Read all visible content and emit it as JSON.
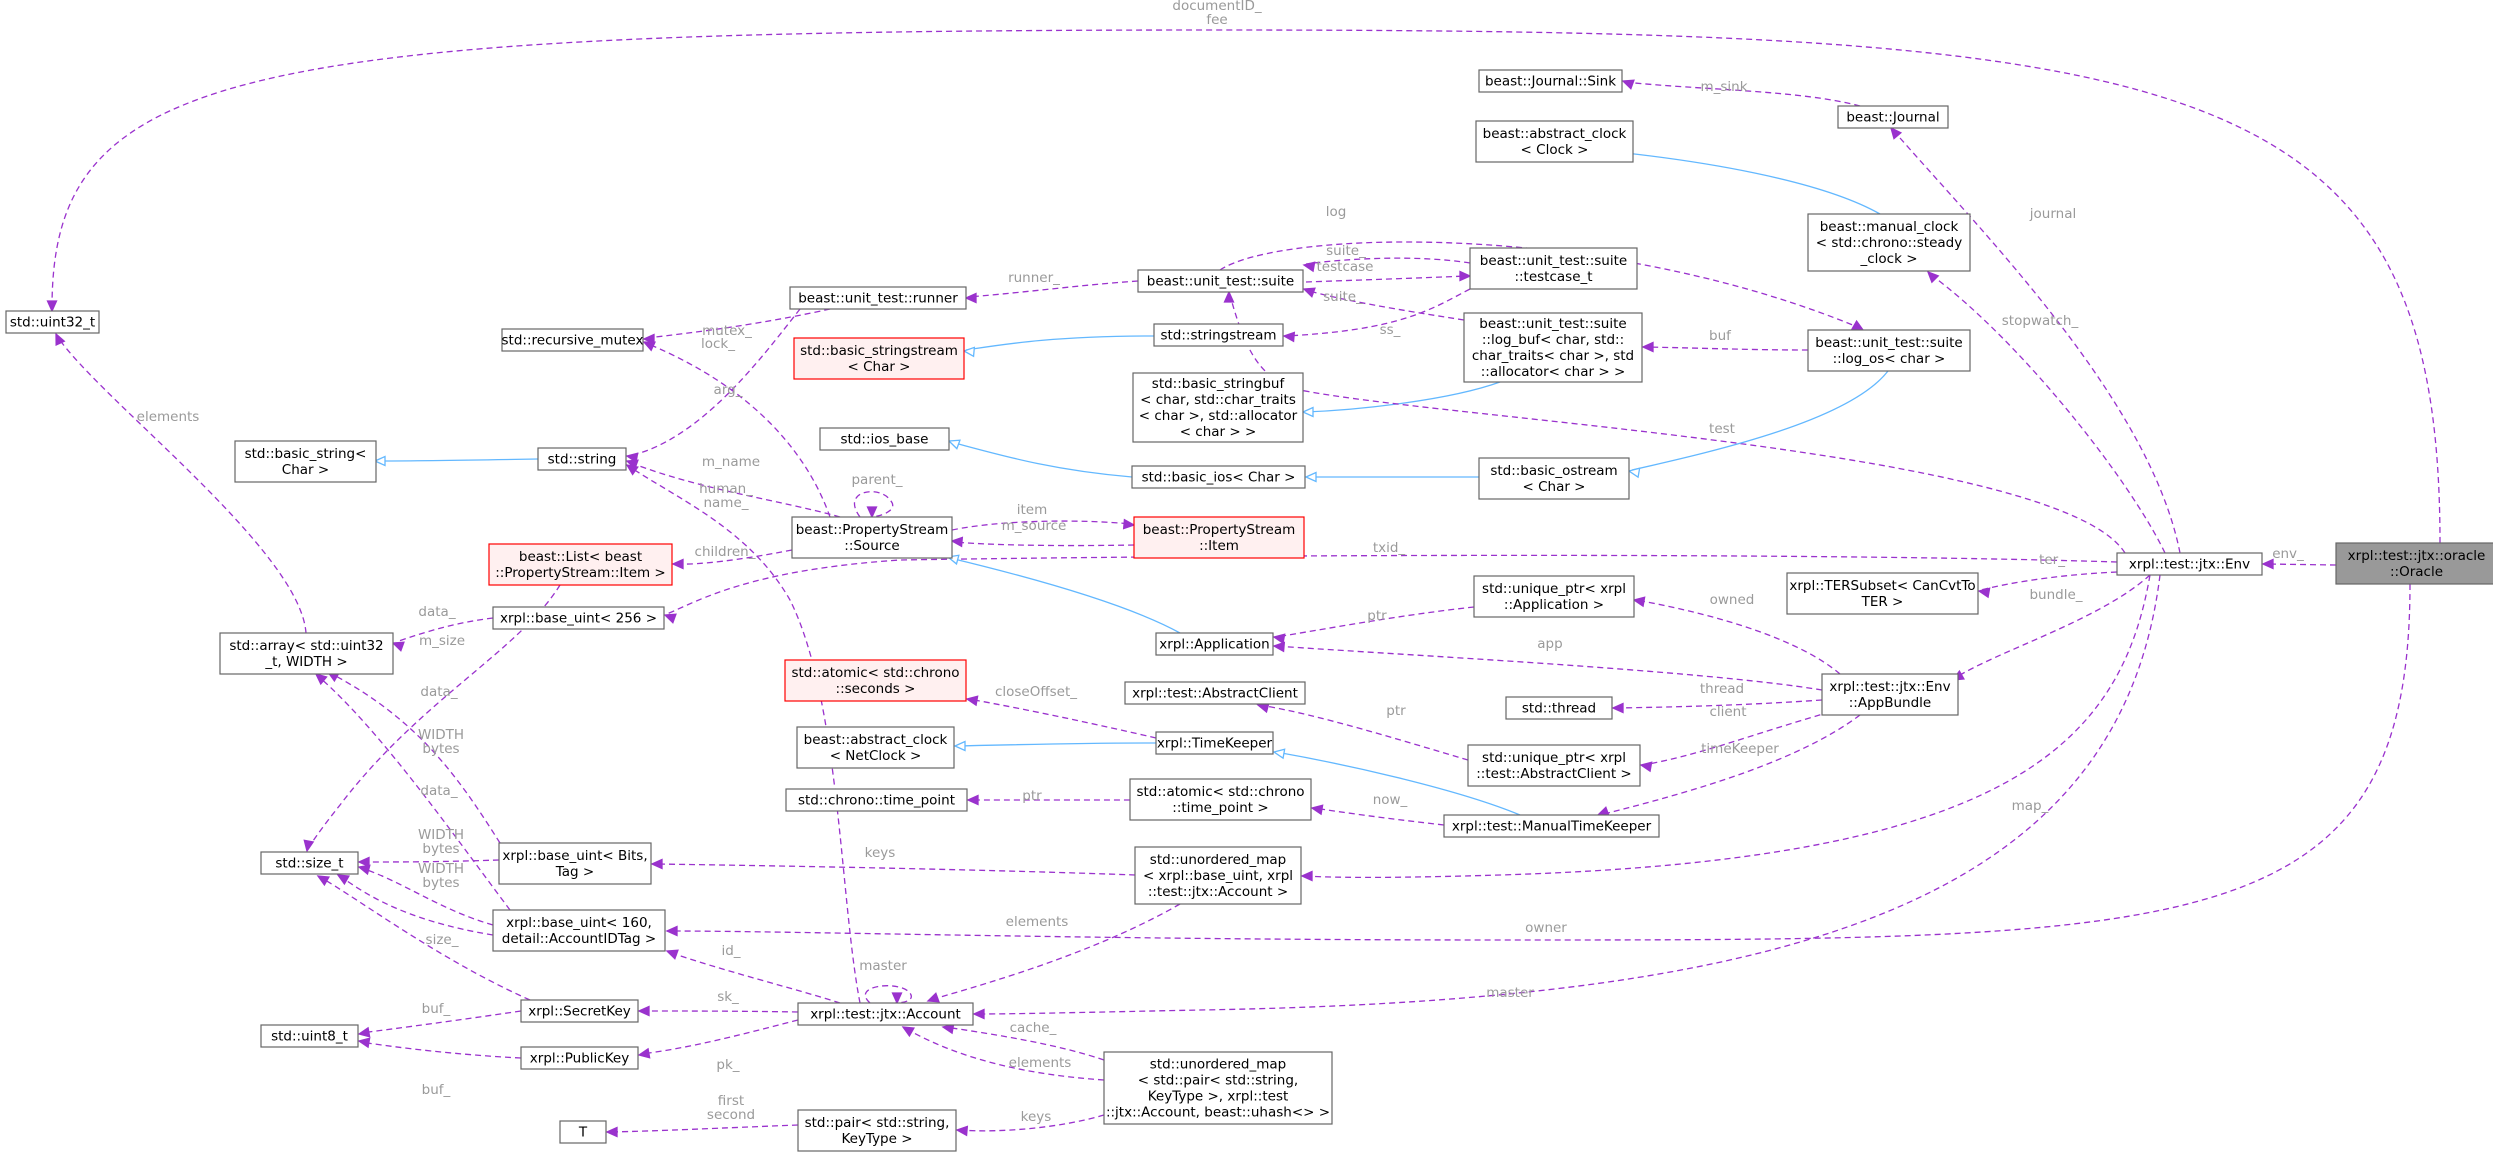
{
  "colors": {
    "usage_edge": "#9a32cd",
    "inherit_edge": "#63b8ff",
    "node_border": "#666666",
    "truncated_border": "#ff0000",
    "truncated_fill": "#fff0f0",
    "focus_fill": "#999999",
    "focus_border": "#666666",
    "label_text": "#9a9a9a"
  },
  "nodes": [
    {
      "id": "oracle",
      "lines": [
        "xrpl::test::jtx::oracle",
        "::Oracle"
      ],
      "style": "focus"
    },
    {
      "id": "env",
      "lines": [
        "xrpl::test::jtx::Env"
      ]
    },
    {
      "id": "uint32",
      "lines": [
        "std::uint32_t"
      ]
    },
    {
      "id": "journal",
      "lines": [
        "beast::Journal"
      ]
    },
    {
      "id": "sink",
      "lines": [
        "beast::Journal::Sink"
      ]
    },
    {
      "id": "absclock",
      "lines": [
        "beast::abstract_clock",
        "< Clock >"
      ]
    },
    {
      "id": "manclock",
      "lines": [
        "beast::manual_clock",
        "< std::chrono::steady",
        "_clock >"
      ]
    },
    {
      "id": "suite",
      "lines": [
        "beast::unit_test::suite"
      ]
    },
    {
      "id": "testcase",
      "lines": [
        "beast::unit_test::suite",
        "::testcase_t"
      ]
    },
    {
      "id": "runner",
      "lines": [
        "beast::unit_test::runner"
      ]
    },
    {
      "id": "recmutex",
      "lines": [
        "std::recursive_mutex"
      ]
    },
    {
      "id": "stringstream",
      "lines": [
        "std::stringstream"
      ]
    },
    {
      "id": "basicss",
      "lines": [
        "std::basic_stringstream",
        "< Char >"
      ],
      "style": "truncated"
    },
    {
      "id": "logbuf",
      "lines": [
        "beast::unit_test::suite",
        "::log_buf< char, std::",
        "char_traits< char >, std",
        "::allocator< char > >"
      ]
    },
    {
      "id": "logos",
      "lines": [
        "beast::unit_test::suite",
        "::log_os< char >"
      ]
    },
    {
      "id": "basicstringbuf",
      "lines": [
        "std::basic_stringbuf",
        "< char, std::char_traits",
        "< char >, std::allocator",
        "< char > >"
      ]
    },
    {
      "id": "iosbase",
      "lines": [
        "std::ios_base"
      ]
    },
    {
      "id": "basicios",
      "lines": [
        "std::basic_ios< Char >"
      ]
    },
    {
      "id": "basicostream",
      "lines": [
        "std::basic_ostream",
        "< Char >"
      ]
    },
    {
      "id": "basicstring",
      "lines": [
        "std::basic_string<",
        "Char >"
      ]
    },
    {
      "id": "string",
      "lines": [
        "std::string"
      ]
    },
    {
      "id": "pssource",
      "lines": [
        "beast::PropertyStream",
        "::Source"
      ]
    },
    {
      "id": "psitem",
      "lines": [
        "beast::PropertyStream",
        "::Item"
      ],
      "style": "truncated"
    },
    {
      "id": "list",
      "lines": [
        "beast::List< beast",
        "::PropertyStream::Item >"
      ],
      "style": "truncated"
    },
    {
      "id": "stdarray",
      "lines": [
        "std::array< std::uint32",
        "_t, WIDTH >"
      ]
    },
    {
      "id": "baseuint256",
      "lines": [
        "xrpl::base_uint< 256 >"
      ]
    },
    {
      "id": "tersubset",
      "lines": [
        "xrpl::TERSubset< CanCvtTo",
        "TER >"
      ]
    },
    {
      "id": "uptrapp",
      "lines": [
        "std::unique_ptr< xrpl",
        "::Application >"
      ]
    },
    {
      "id": "application",
      "lines": [
        "xrpl::Application"
      ]
    },
    {
      "id": "appbundle",
      "lines": [
        "xrpl::test::jtx::Env",
        "::AppBundle"
      ]
    },
    {
      "id": "thread",
      "lines": [
        "std::thread"
      ]
    },
    {
      "id": "atomicsec",
      "lines": [
        "std::atomic< std::chrono",
        "::seconds >"
      ],
      "style": "truncated"
    },
    {
      "id": "absclient",
      "lines": [
        "xrpl::test::AbstractClient"
      ]
    },
    {
      "id": "uptrclient",
      "lines": [
        "std::unique_ptr< xrpl",
        "::test::AbstractClient >"
      ]
    },
    {
      "id": "timekeeper",
      "lines": [
        "xrpl::TimeKeeper"
      ]
    },
    {
      "id": "absclocknet",
      "lines": [
        "beast::abstract_clock",
        "< NetClock >"
      ]
    },
    {
      "id": "timepoint",
      "lines": [
        "std::chrono::time_point"
      ]
    },
    {
      "id": "atomictp",
      "lines": [
        "std::atomic< std::chrono",
        "::time_point >"
      ]
    },
    {
      "id": "mtk",
      "lines": [
        "xrpl::test::ManualTimeKeeper"
      ]
    },
    {
      "id": "sizet",
      "lines": [
        "std::size_t"
      ]
    },
    {
      "id": "baseuintbits",
      "lines": [
        "xrpl::base_uint< Bits,",
        "Tag >"
      ]
    },
    {
      "id": "umap1",
      "lines": [
        "std::unordered_map",
        "< xrpl::base_uint, xrpl",
        "::test::jtx::Account >"
      ]
    },
    {
      "id": "baseuint160",
      "lines": [
        "xrpl::base_uint< 160,",
        "detail::AccountIDTag >"
      ]
    },
    {
      "id": "secretkey",
      "lines": [
        "xrpl::SecretKey"
      ]
    },
    {
      "id": "account",
      "lines": [
        "xrpl::test::jtx::Account"
      ]
    },
    {
      "id": "uint8",
      "lines": [
        "std::uint8_t"
      ]
    },
    {
      "id": "publickey",
      "lines": [
        "xrpl::PublicKey"
      ]
    },
    {
      "id": "umap2",
      "lines": [
        "std::unordered_map",
        "< std::pair< std::string,",
        " KeyType >, xrpl::test",
        "::jtx::Account, beast::uhash<> >"
      ]
    },
    {
      "id": "T",
      "lines": [
        "T"
      ]
    },
    {
      "id": "pair",
      "lines": [
        "std::pair< std::string,",
        " KeyType >"
      ]
    }
  ],
  "edge_labels": [
    {
      "id": "l-docid",
      "lines": [
        "documentID_",
        "fee"
      ]
    },
    {
      "id": "l-env",
      "lines": [
        "env_"
      ]
    },
    {
      "id": "l-owner",
      "lines": [
        "owner"
      ]
    },
    {
      "id": "l-msink",
      "lines": [
        "m_sink"
      ]
    },
    {
      "id": "l-journal",
      "lines": [
        "journal"
      ]
    },
    {
      "id": "l-stopwatch",
      "lines": [
        "stopwatch_"
      ]
    },
    {
      "id": "l-log",
      "lines": [
        "log"
      ]
    },
    {
      "id": "l-suite",
      "lines": [
        "suite_"
      ]
    },
    {
      "id": "l-testcase",
      "lines": [
        "testcase"
      ]
    },
    {
      "id": "l-suite2",
      "lines": [
        "suite_"
      ]
    },
    {
      "id": "l-runner",
      "lines": [
        "runner_"
      ]
    },
    {
      "id": "l-mutex",
      "lines": [
        "mutex_"
      ]
    },
    {
      "id": "l-ss",
      "lines": [
        "ss_"
      ]
    },
    {
      "id": "l-buf",
      "lines": [
        "buf"
      ]
    },
    {
      "id": "l-test",
      "lines": [
        "test"
      ]
    },
    {
      "id": "l-lock",
      "lines": [
        "lock_"
      ]
    },
    {
      "id": "l-arg",
      "lines": [
        "arg_"
      ]
    },
    {
      "id": "l-mname",
      "lines": [
        "m_name"
      ]
    },
    {
      "id": "l-parent",
      "lines": [
        "parent_"
      ]
    },
    {
      "id": "l-item",
      "lines": [
        "item"
      ]
    },
    {
      "id": "l-msource",
      "lines": [
        "m_source"
      ]
    },
    {
      "id": "l-children",
      "lines": [
        "children_"
      ]
    },
    {
      "id": "l-elements",
      "lines": [
        "elements"
      ]
    },
    {
      "id": "l-txid",
      "lines": [
        "txid_"
      ]
    },
    {
      "id": "l-ter",
      "lines": [
        "ter_"
      ]
    },
    {
      "id": "l-bundle",
      "lines": [
        "bundle_"
      ]
    },
    {
      "id": "l-data",
      "lines": [
        "data_"
      ]
    },
    {
      "id": "l-msize",
      "lines": [
        "m_size"
      ]
    },
    {
      "id": "l-human",
      "lines": [
        "human_",
        "name_"
      ]
    },
    {
      "id": "l-ptr",
      "lines": [
        "ptr"
      ]
    },
    {
      "id": "l-owned",
      "lines": [
        "owned"
      ]
    },
    {
      "id": "l-app",
      "lines": [
        "app"
      ]
    },
    {
      "id": "l-thread",
      "lines": [
        "thread"
      ]
    },
    {
      "id": "l-client",
      "lines": [
        "client"
      ]
    },
    {
      "id": "l-timekeeper",
      "lines": [
        "timeKeeper"
      ]
    },
    {
      "id": "l-closeoffset",
      "lines": [
        "closeOffset_"
      ]
    },
    {
      "id": "l-ptr2",
      "lines": [
        "ptr"
      ]
    },
    {
      "id": "l-ptr3",
      "lines": [
        "ptr"
      ]
    },
    {
      "id": "l-now",
      "lines": [
        "now_"
      ]
    },
    {
      "id": "l-data2",
      "lines": [
        "data_"
      ]
    },
    {
      "id": "l-widthbytes",
      "lines": [
        "WIDTH",
        "bytes"
      ]
    },
    {
      "id": "l-keys",
      "lines": [
        "keys"
      ]
    },
    {
      "id": "l-map",
      "lines": [
        "map_"
      ]
    },
    {
      "id": "l-widthbytes2",
      "lines": [
        "WIDTH",
        "bytes"
      ]
    },
    {
      "id": "l-data3",
      "lines": [
        "data_"
      ]
    },
    {
      "id": "l-widthbytes3",
      "lines": [
        "WIDTH",
        "bytes"
      ]
    },
    {
      "id": "l-elements2",
      "lines": [
        "elements"
      ]
    },
    {
      "id": "l-id",
      "lines": [
        "id_"
      ]
    },
    {
      "id": "l-size",
      "lines": [
        "size_"
      ]
    },
    {
      "id": "l-master",
      "lines": [
        "master"
      ]
    },
    {
      "id": "l-master2",
      "lines": [
        "master"
      ]
    },
    {
      "id": "l-sk",
      "lines": [
        "sk_"
      ]
    },
    {
      "id": "l-pk",
      "lines": [
        "pk_"
      ]
    },
    {
      "id": "l-buf2",
      "lines": [
        "buf_"
      ]
    },
    {
      "id": "l-buf3",
      "lines": [
        "buf_"
      ]
    },
    {
      "id": "l-cache",
      "lines": [
        "cache_"
      ]
    },
    {
      "id": "l-elements3",
      "lines": [
        "elements"
      ]
    },
    {
      "id": "l-first",
      "lines": [
        "first",
        "second"
      ]
    },
    {
      "id": "l-keys2",
      "lines": [
        "keys"
      ]
    }
  ]
}
